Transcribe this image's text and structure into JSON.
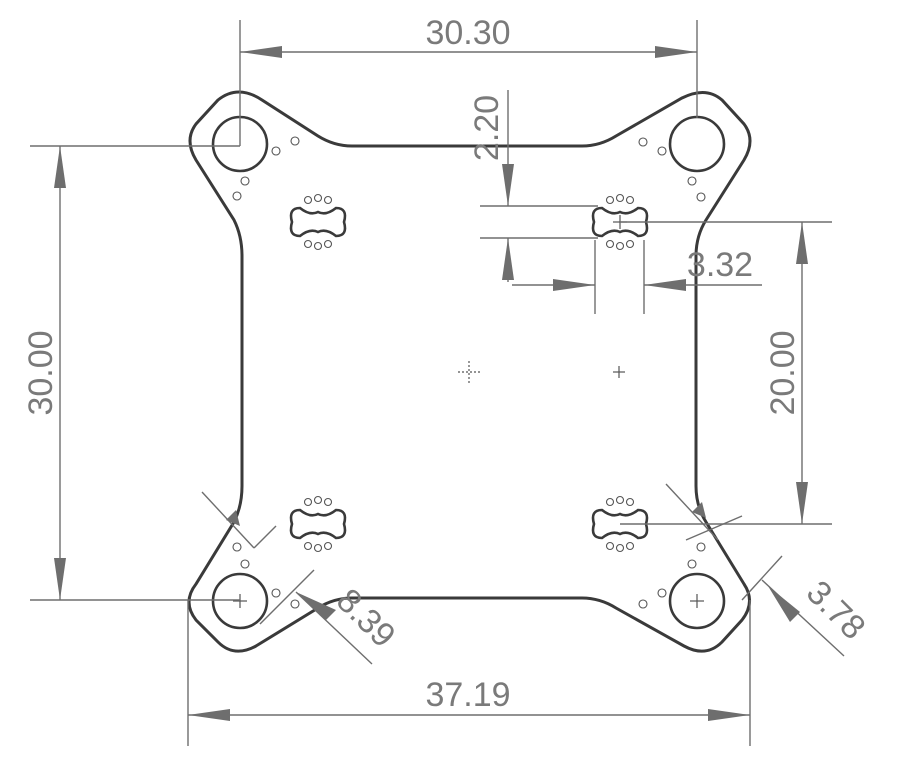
{
  "drawing": {
    "dimensions": {
      "top_width": "30.30",
      "left_height": "30.00",
      "bottom_width": "37.19",
      "right_height": "20.00",
      "top_offset": "2.20",
      "slot_width": "3.32",
      "bl_diag": "8.39",
      "br_diag": "3.78"
    },
    "colors": {
      "outline": "#3a3a3a",
      "dimension": "#6e6e6e",
      "text": "#7a7a7a",
      "background": "#ffffff"
    }
  }
}
